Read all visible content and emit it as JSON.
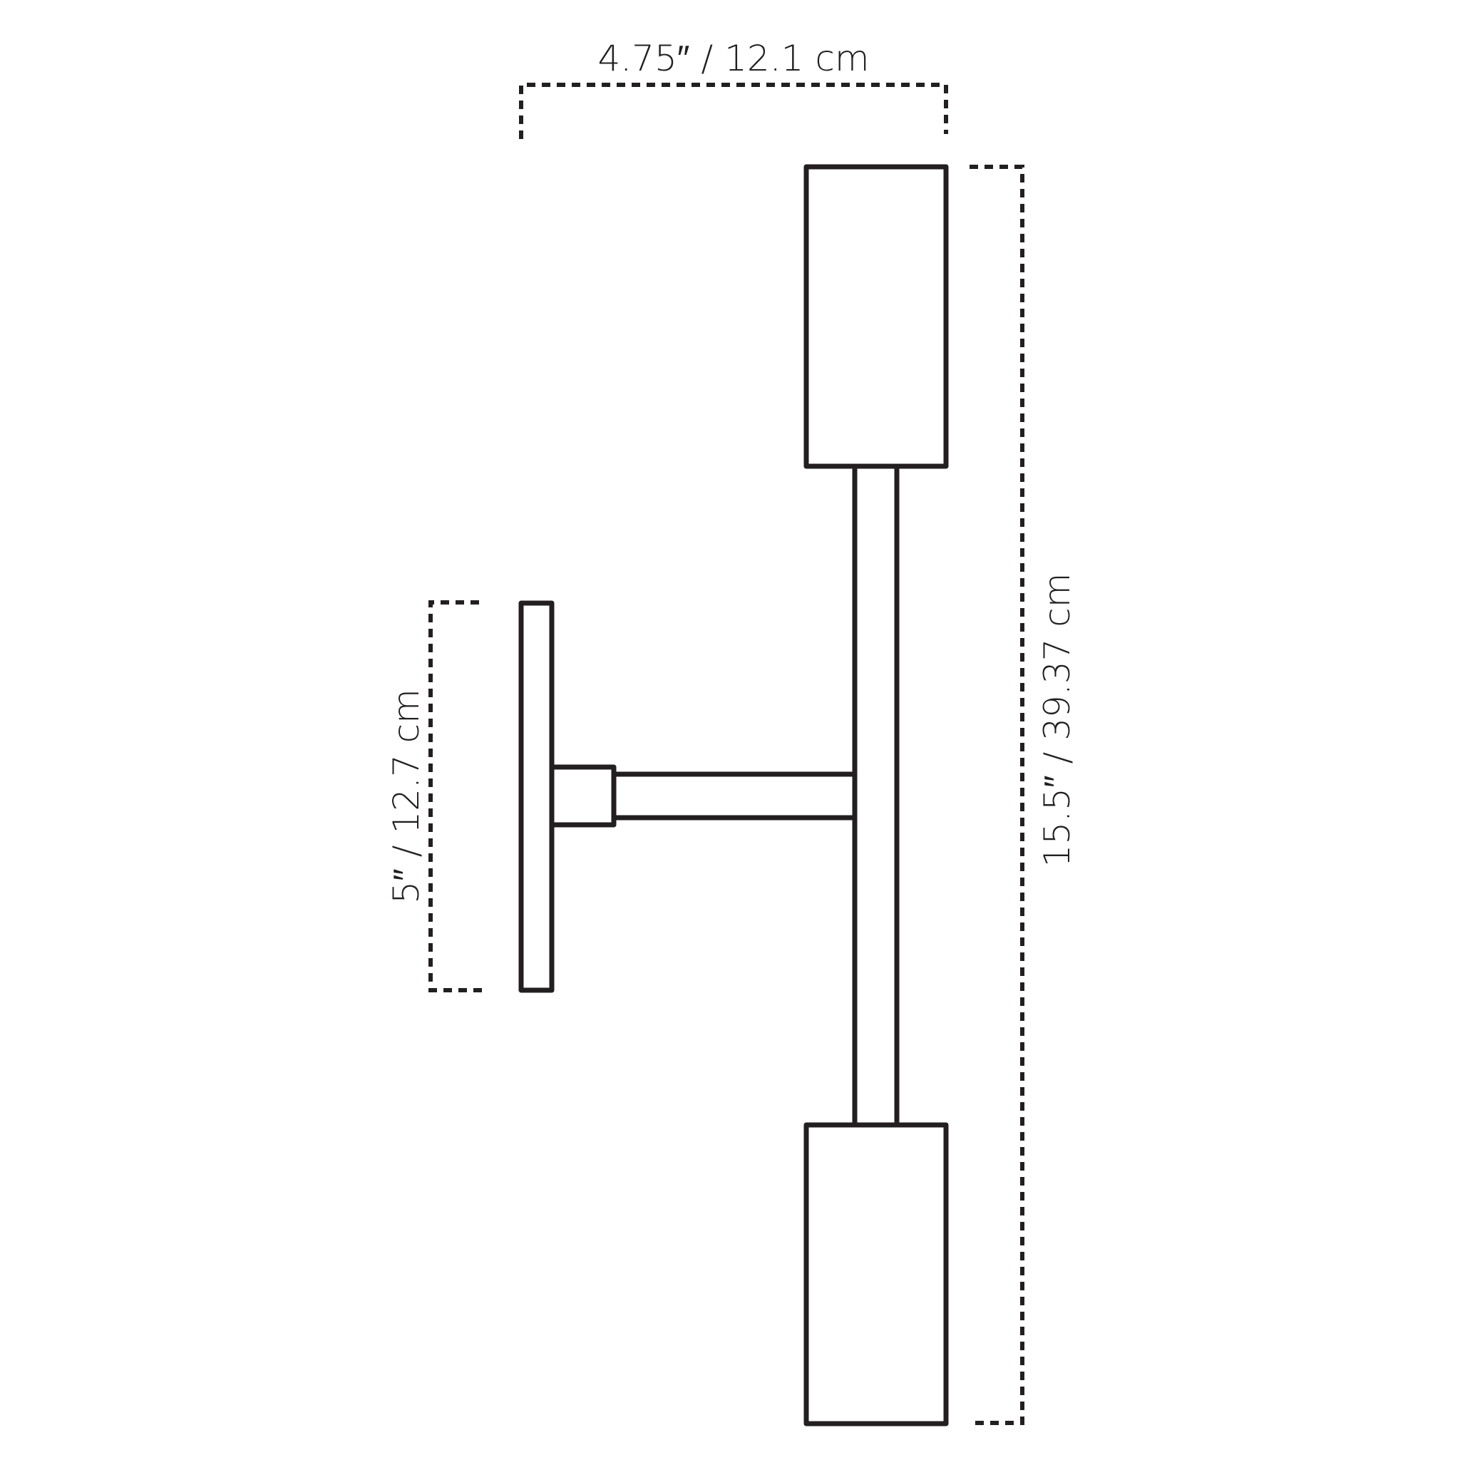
{
  "diagram": {
    "type": "dimension drawing - double wall sconce, side view",
    "colors": {
      "line": "#231f20",
      "background": "#ffffff"
    },
    "dimensions": {
      "width": {
        "label": "4.75″ / 12.1 cm"
      },
      "height": {
        "label": "15.5″ /  39.37 cm"
      },
      "backplate": {
        "label": "5″ / 12.7 cm"
      }
    },
    "parts": [
      "top-shade",
      "stem",
      "bottom-shade",
      "arm",
      "collar",
      "backplate"
    ]
  }
}
